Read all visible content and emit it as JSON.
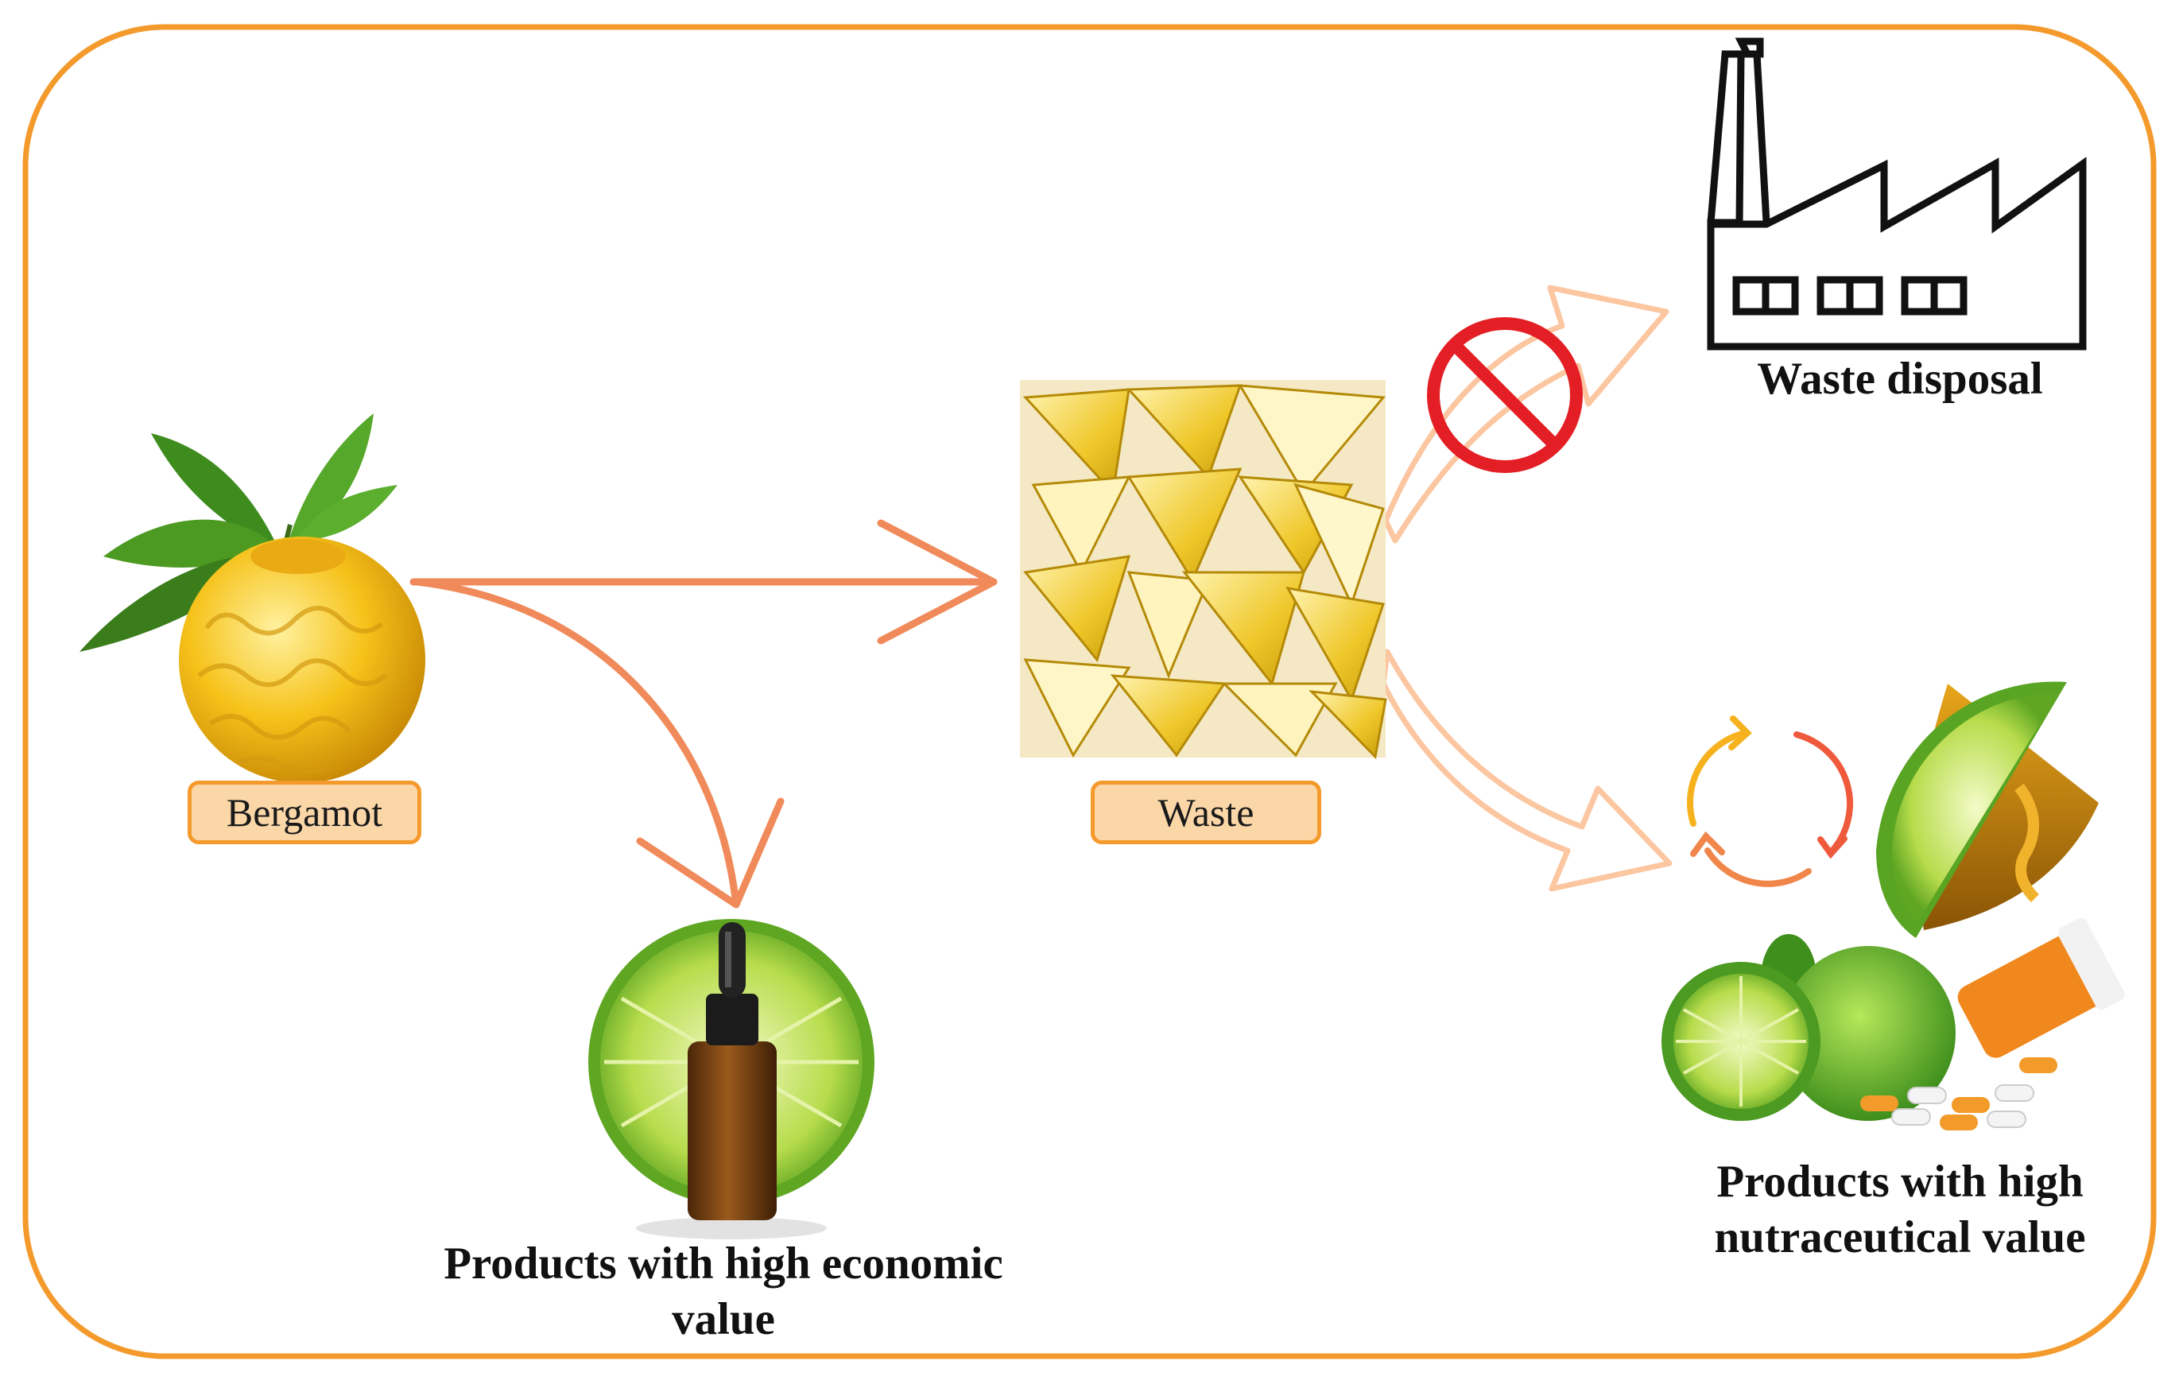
{
  "nodes": {
    "bergamot": "Bergamot",
    "waste": "Waste",
    "waste_disposal": "Waste disposal",
    "economic_line1": "Products with high economic",
    "economic_line2": "value",
    "nutraceutical_line1": "Products with high",
    "nutraceutical_line2": "nutraceutical value"
  },
  "icons": {
    "fruit": "bergamot-fruit-icon",
    "peels": "lemon-peels-icon",
    "factory": "factory-icon",
    "prohibited": "prohibited-icon",
    "oil": "essential-oil-bottle-icon",
    "recycle": "recycle-cycle-icon",
    "products": "nutraceutical-products-icon"
  },
  "colors": {
    "frame": "#f49a2c",
    "arrow": "#f08a5a",
    "arrow_faded": "#fbc6a0",
    "pill_fill": "#fbd7a8",
    "prohibited": "#e31e24"
  }
}
